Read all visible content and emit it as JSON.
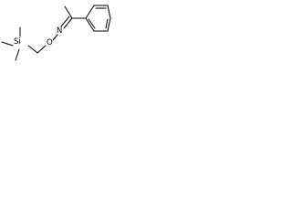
{
  "molecule": {
    "atom_labels": {
      "silicon": "Si",
      "nitrogen": "N",
      "oxygen": "O"
    },
    "colors": {
      "bond": "#000000",
      "label": "#000000",
      "background": "#ffffff"
    }
  }
}
